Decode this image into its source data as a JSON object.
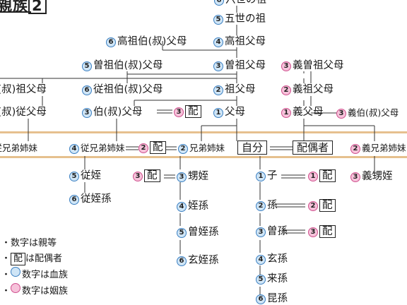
{
  "title": "親族",
  "title_number": "2",
  "nodes": {
    "sodai": {
      "deg": "6",
      "text": "六世の祖"
    },
    "gosei": {
      "deg": "5",
      "text": "五世の祖"
    },
    "kouso_oji": {
      "deg": "6",
      "text": "高祖伯(叔)父母"
    },
    "kouso": {
      "deg": "4",
      "text": "高祖父母"
    },
    "sou_oji": {
      "deg": "5",
      "text": "曽祖伯(叔)父母"
    },
    "sou": {
      "deg": "3",
      "text": "曽祖父母"
    },
    "gi_sou": {
      "deg": "3",
      "text": "義曽祖父母"
    },
    "so_oji": {
      "deg": "4",
      "text": "伯(叔)祖父母"
    },
    "ju_so_oji": {
      "deg": "6",
      "text": "従祖伯(叔)父母"
    },
    "sofubo": {
      "deg": "2",
      "text": "祖父母"
    },
    "gi_so": {
      "deg": "2",
      "text": "義祖父母"
    },
    "so_ju_oji": {
      "deg": "5",
      "text": "伯(叔)従父母"
    },
    "oji": {
      "deg": "3",
      "text": "伯(叔)父母"
    },
    "oji_spouse": {
      "deg": "3",
      "text": "配"
    },
    "fubo": {
      "deg": "1",
      "text": "父母"
    },
    "gi_fubo": {
      "deg": "1",
      "text": "義父母"
    },
    "gi_oji": {
      "deg": "3",
      "text": "義伯(叔)父母"
    },
    "sai_ju": {
      "deg": "6",
      "text": "再従兄弟姉妹"
    },
    "ju_kyodai": {
      "deg": "4",
      "text": "従兄弟姉妹"
    },
    "ju_spouse": {
      "deg": "2",
      "text": "配"
    },
    "kyodai": {
      "deg": "2",
      "text": "兄弟姉妹"
    },
    "jibun": {
      "text": "自分"
    },
    "haigusha": {
      "text": "配偶者"
    },
    "gi_kyodai": {
      "deg": "2",
      "text": "義兄弟姉妹"
    },
    "ju_oi": {
      "deg": "5",
      "text": "従姪"
    },
    "oi_spouse": {
      "deg": "3",
      "text": "配"
    },
    "seoi": {
      "deg": "3",
      "text": "甥姪"
    },
    "gi_oi": {
      "deg": "3",
      "text": "義甥姪"
    },
    "ko": {
      "deg": "1",
      "text": "子"
    },
    "ko_spouse": {
      "deg": "1",
      "text": "配"
    },
    "ju_oi_son": {
      "deg": "6",
      "text": "従姪孫"
    },
    "oi_son": {
      "deg": "4",
      "text": "姪孫"
    },
    "mago": {
      "deg": "2",
      "text": "孫"
    },
    "mago_spouse": {
      "deg": "2",
      "text": "配"
    },
    "sou_oi_son": {
      "deg": "5",
      "text": "曽姪孫"
    },
    "himago": {
      "deg": "3",
      "text": "曽孫"
    },
    "himago_spouse": {
      "deg": "3",
      "text": "配"
    },
    "gen_oi_son": {
      "deg": "6",
      "text": "玄姪孫"
    },
    "genson": {
      "deg": "4",
      "text": "玄孫"
    },
    "raison": {
      "deg": "5",
      "text": "来孫"
    },
    "konson": {
      "deg": "6",
      "text": "昆孫"
    }
  },
  "legend": {
    "l1": "・数字は親等",
    "l2_box": "配",
    "l2": "は配偶者",
    "l3": "数字は血族",
    "l4": "数字は姻族"
  },
  "colors": {
    "blood": "#cfe5f6",
    "blood_border": "#3a7fc2",
    "inlaw": "#f6c2da",
    "inlaw_border": "#cf4f8d",
    "band": "#e6c08e"
  }
}
